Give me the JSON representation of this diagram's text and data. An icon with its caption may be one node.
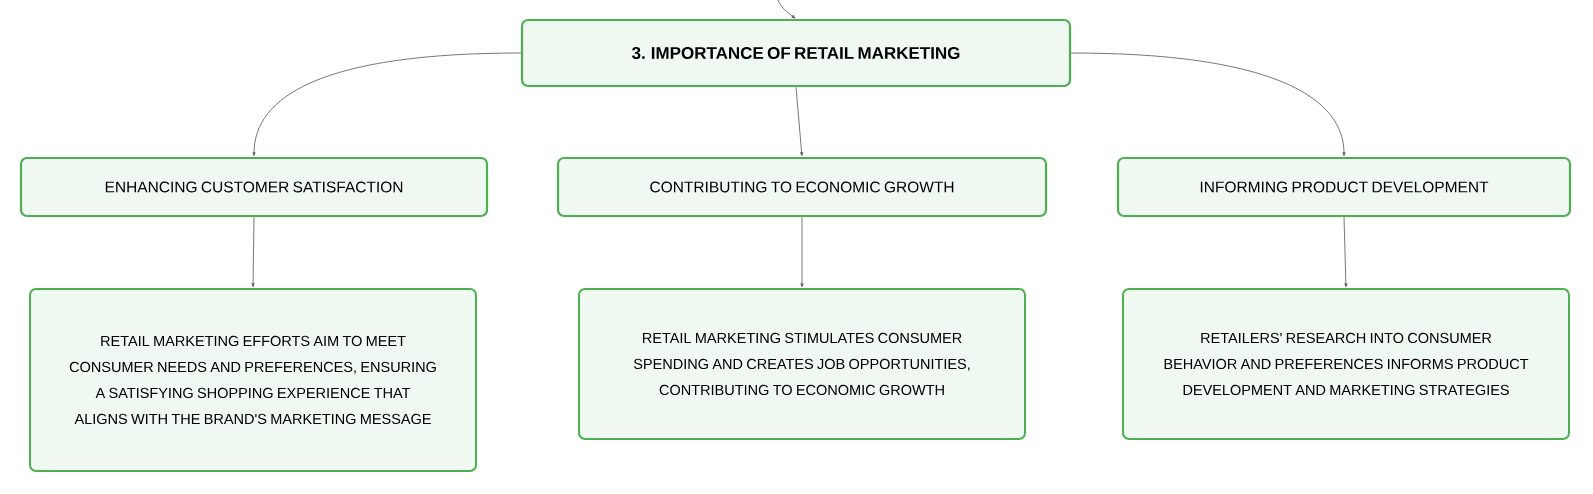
{
  "diagram": {
    "nodes": [
      {
        "text": [
          "3. IMPORTANCE OF RETAIL MARKETING"
        ]
      },
      {
        "text": [
          "ENHANCING CUSTOMER SATISFACTION"
        ]
      },
      {
        "text": [
          "CONTRIBUTING TO ECONOMIC GROWTH"
        ]
      },
      {
        "text": [
          "INFORMING PRODUCT DEVELOPMENT"
        ]
      },
      {
        "text": [
          "RETAIL MARKETING EFFORTS AIM TO MEET CONSUMER NEEDS AND PREFERENCES, ENSURING A SATISFYING SHOPPING EXPERIENCE THAT ALIGNS WITH THE BRAND'S MARKETING MESSAGE"
        ]
      },
      {
        "text": [
          "RETAIL MARKETING STIMULATES CONSUMER SPENDING AND CREATES JOB OPPORTUNITIES, CONTRIBUTING TO ECONOMIC GROWTH"
        ]
      },
      {
        "text": [
          "RETAILERS' RESEARCH INTO CONSUMER BEHAVIOR AND PREFERENCES INFORMS PRODUCT DEVELOPMENT AND MARKETING STRATEGIES"
        ]
      }
    ],
    "edges": [
      {
        "from": null,
        "to": 0,
        "arrow": "to"
      },
      {
        "from": 0,
        "to": 1,
        "arrow": "to"
      },
      {
        "from": 0,
        "to": 2,
        "arrow": "to"
      },
      {
        "from": 0,
        "to": 3,
        "arrow": "to"
      },
      {
        "from": 1,
        "to": 4,
        "arrow": "to"
      },
      {
        "from": 2,
        "to": 5,
        "arrow": "to"
      },
      {
        "from": 3,
        "to": 6,
        "arrow": "to"
      }
    ]
  }
}
